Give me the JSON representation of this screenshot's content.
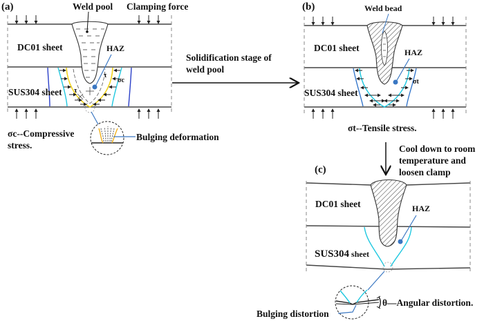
{
  "panels": {
    "a": {
      "tag": "(a)",
      "weld_pool_label": "Weld pool",
      "clamping_label": "Clamping force",
      "top_sheet_label": "DC01 sheet",
      "bottom_sheet_label": "SUS304 sheet",
      "haz_label": "HAZ",
      "shear_label": "τ",
      "stress_label": "σc",
      "bulging_label": "Bulging deformation",
      "legend_symbol": "σc",
      "legend_text_line1": "--Compressive",
      "legend_text_line2": "stress."
    },
    "b": {
      "tag": "(b)",
      "weld_bead_label": "Weld bead",
      "top_sheet_label": "DC01 sheet",
      "bottom_sheet_label": "SUS304 sheet",
      "haz_label": "HAZ",
      "stress_label": "σt",
      "legend_symbol": "σt",
      "legend_text": "--Tensile stress."
    },
    "c": {
      "tag": "(c)",
      "top_sheet_label": "DC01 sheet",
      "bottom_sheet_label_bold": "SUS304",
      "bottom_sheet_label_rest": " sheet",
      "haz_label": "HAZ",
      "bulging_label": "Bulging distortion",
      "angle_symbol": "θ",
      "angular_label": "—Angular distortion."
    }
  },
  "transitions": {
    "a_to_b_line1": "Solidification stage of",
    "a_to_b_line2": "weld pool",
    "b_to_c_line1": "Cool down to room",
    "b_to_c_line2": "temperature and",
    "b_to_c_line3": "loosen clamp"
  },
  "colors": {
    "haz_leader": "#3a77c2",
    "haz_dot": "#3a77c2",
    "fusion_boundary_a": "#f2d31a",
    "haz_boundary_cyan": "#1fc8e0",
    "haz_boundary_blue": "#2a3fc8",
    "haz_boundary_b_outer": "#2a6fc8"
  }
}
